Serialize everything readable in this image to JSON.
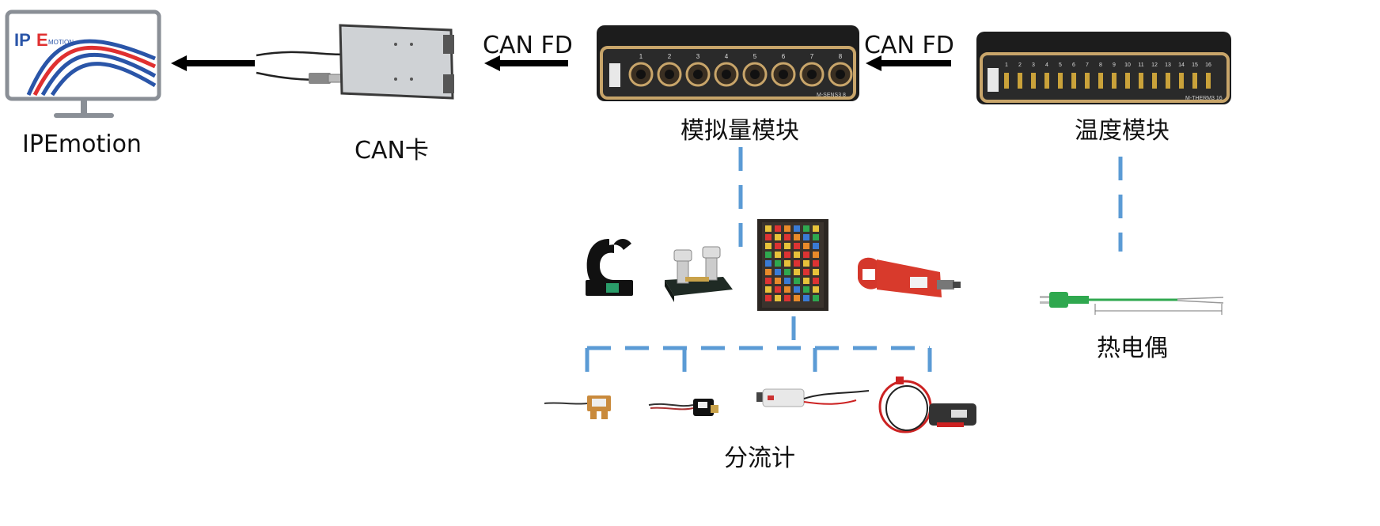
{
  "labels": {
    "ipemotion": "IPEmotion",
    "can_card": "CAN卡",
    "analog_module": "模拟量模块",
    "temp_module": "温度模块",
    "thermocouple": "热电偶",
    "shunt": "分流计"
  },
  "protocol_labels": [
    "CAN FD",
    "CAN FD"
  ],
  "logo": {
    "text_ip": "IP",
    "text_e": "E",
    "text_motion": "MOTION"
  },
  "analog_module": {
    "channels": [
      "1",
      "2",
      "3",
      "4",
      "5",
      "6",
      "7",
      "8"
    ],
    "model": "M-SENS3 8"
  },
  "temp_module": {
    "channels": [
      "1",
      "2",
      "3",
      "4",
      "5",
      "6",
      "7",
      "8",
      "9",
      "10",
      "11",
      "12",
      "13",
      "14",
      "15",
      "16"
    ],
    "model": "M-THERM3 16"
  },
  "colors": {
    "arrow": "#000000",
    "dashed_link": "#5b9bd5",
    "module_body": "#1c1c1c",
    "module_frame": "#c8a56a",
    "logo_red": "#e03030",
    "logo_blue": "#2a55a8",
    "thermocouple_green": "#2fa84f"
  },
  "icons": [
    "monitor-icon",
    "can-interface-icon",
    "current-clamp-icon",
    "shunt-resistor-icon",
    "fuse-box-icon",
    "clamp-meter-icon",
    "thermocouple-icon",
    "fuse-adapter-icon",
    "current-sensor-icon"
  ]
}
